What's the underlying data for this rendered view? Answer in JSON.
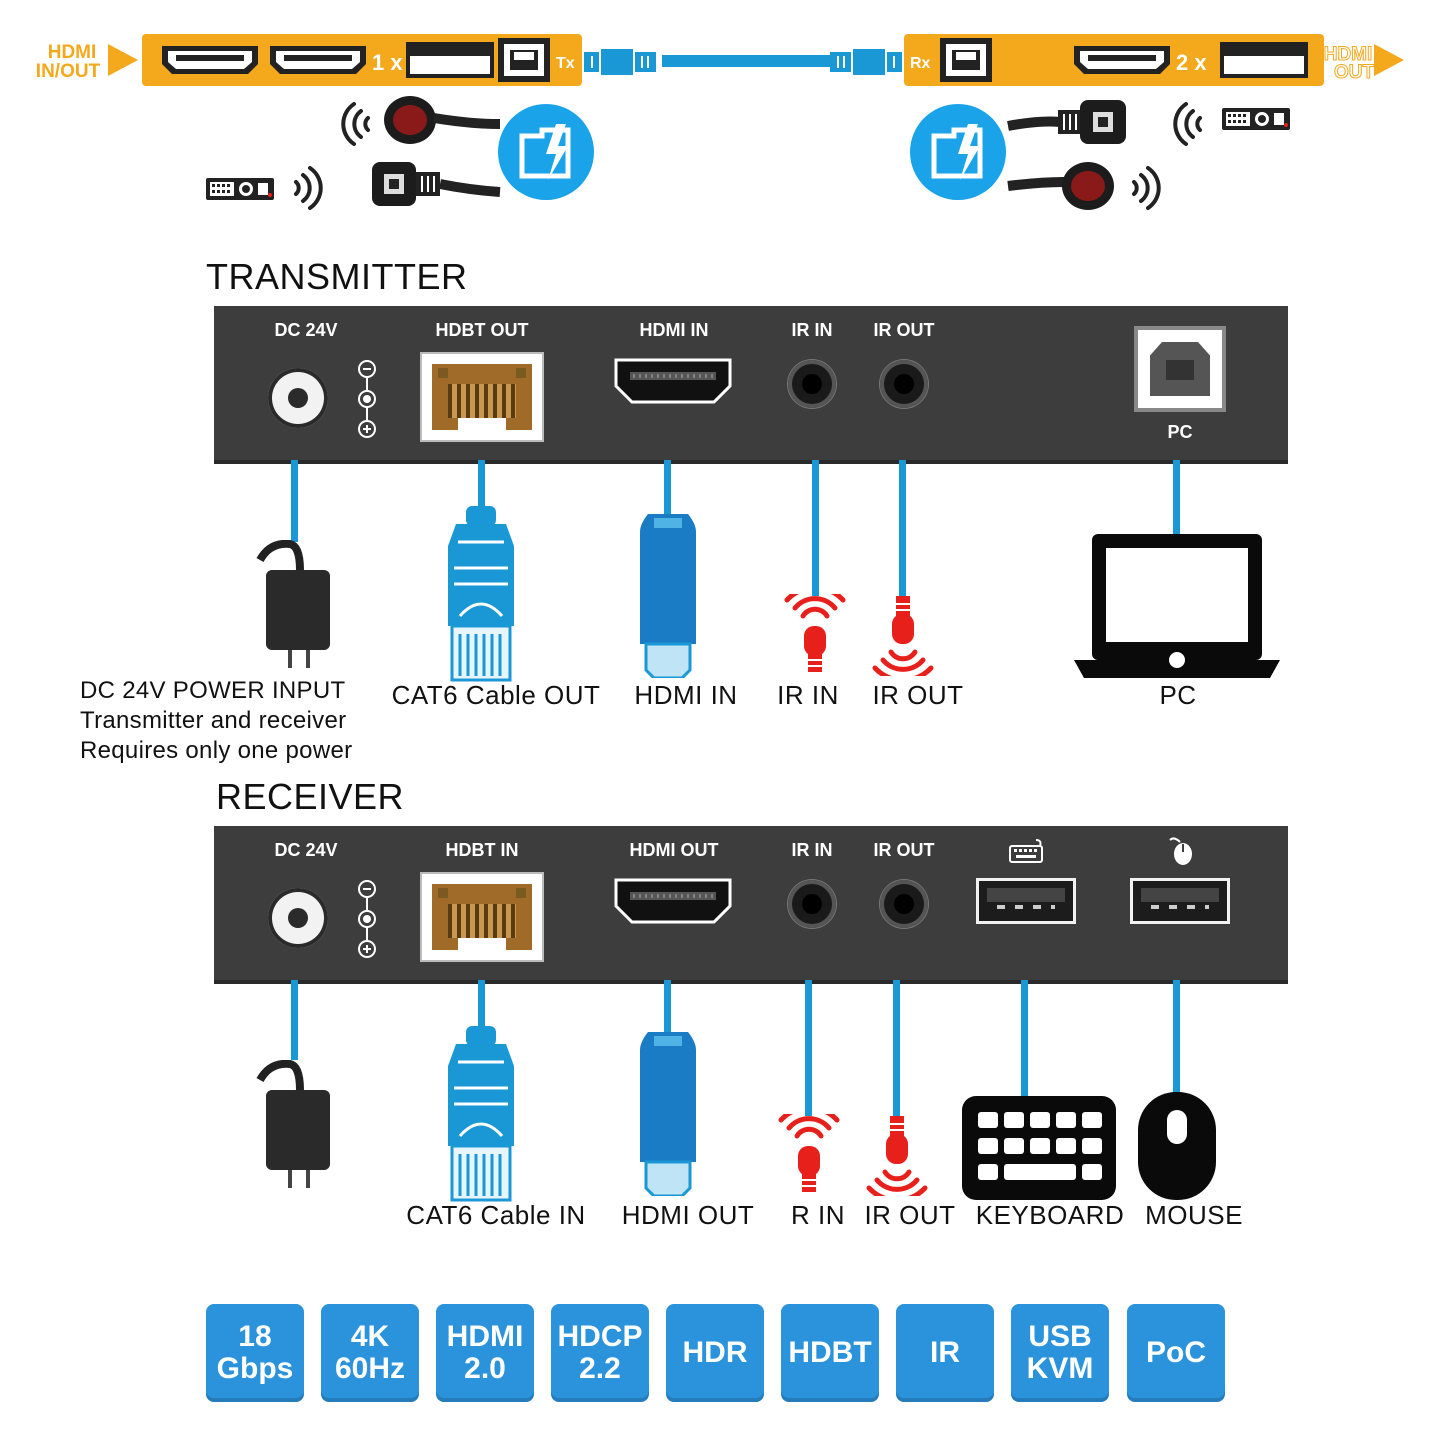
{
  "banner": {
    "left_label_line1": "HDMI",
    "left_label_line2": "IN/OUT",
    "tx_port_count": "1 x",
    "tx_tag": "Tx",
    "rx_tag": "Rx",
    "rx_port_count": "2 x",
    "right_label_line1": "HDMI",
    "right_label_line2": "OUT"
  },
  "transmitter": {
    "title": "TRANSMITTER",
    "ports": [
      "DC 24V",
      "HDBT OUT",
      "HDMI IN",
      "IR IN",
      "IR OUT",
      "PC"
    ],
    "connections": [
      "CAT6 Cable OUT",
      "HDMI IN",
      "IR IN",
      "IR OUT",
      "PC"
    ],
    "power_note": [
      "DC 24V POWER INPUT",
      "Transmitter and receiver",
      "Requires only one power"
    ]
  },
  "receiver": {
    "title": "RECEIVER",
    "ports": [
      "DC 24V",
      "HDBT IN",
      "HDMI OUT",
      "IR IN",
      "IR OUT"
    ],
    "connections": [
      "CAT6 Cable IN",
      "HDMI OUT",
      "R IN",
      "IR OUT",
      "KEYBOARD",
      "MOUSE"
    ]
  },
  "features": [
    "18\nGbps",
    "4K\n60Hz",
    "HDMI\n2.0",
    "HDCP\n2.2",
    "HDR",
    "HDBT",
    "IR",
    "USB\nKVM",
    "PoC"
  ],
  "colors": {
    "accent_blue": "#1a98d5",
    "banner_orange": "#f4a81c",
    "panel_gray": "#3d3d3d",
    "ir_red": "#e8201c",
    "feature_blue": "#2b92dc"
  },
  "icons": [
    "hdmi-port-icon",
    "usb-port-icon",
    "rj45-port-icon",
    "ethernet-plug-icon",
    "ir-receiver-icon",
    "ir-emitter-icon",
    "remote-control-icon",
    "signal-waves-icon",
    "poc-power-icon",
    "power-adapter-icon",
    "hdmi-plug-icon",
    "laptop-icon",
    "keyboard-icon",
    "mouse-icon"
  ]
}
